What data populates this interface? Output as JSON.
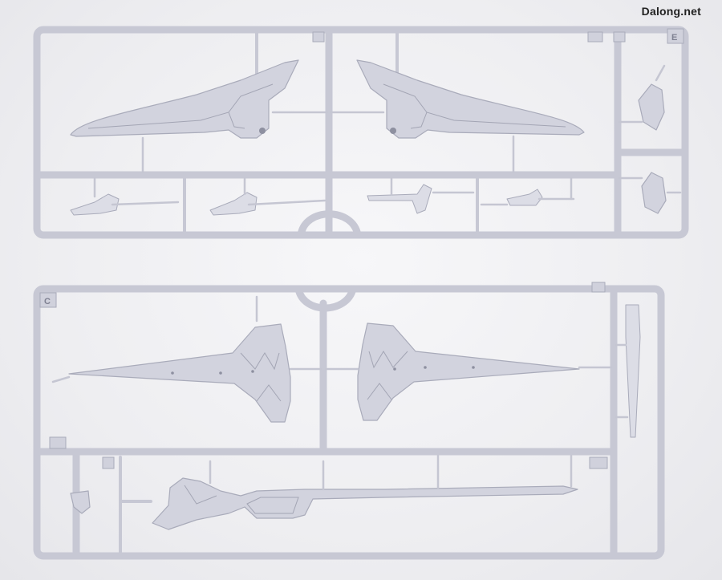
{
  "watermark": "Dalong.net",
  "runners": [
    {
      "letter": "E"
    },
    {
      "letter": "C"
    }
  ],
  "colors": {
    "background": "#f1f1f3",
    "plastic": "#d2d3de",
    "plastic_edge": "#a9abba",
    "watermark_text": "#222222"
  }
}
